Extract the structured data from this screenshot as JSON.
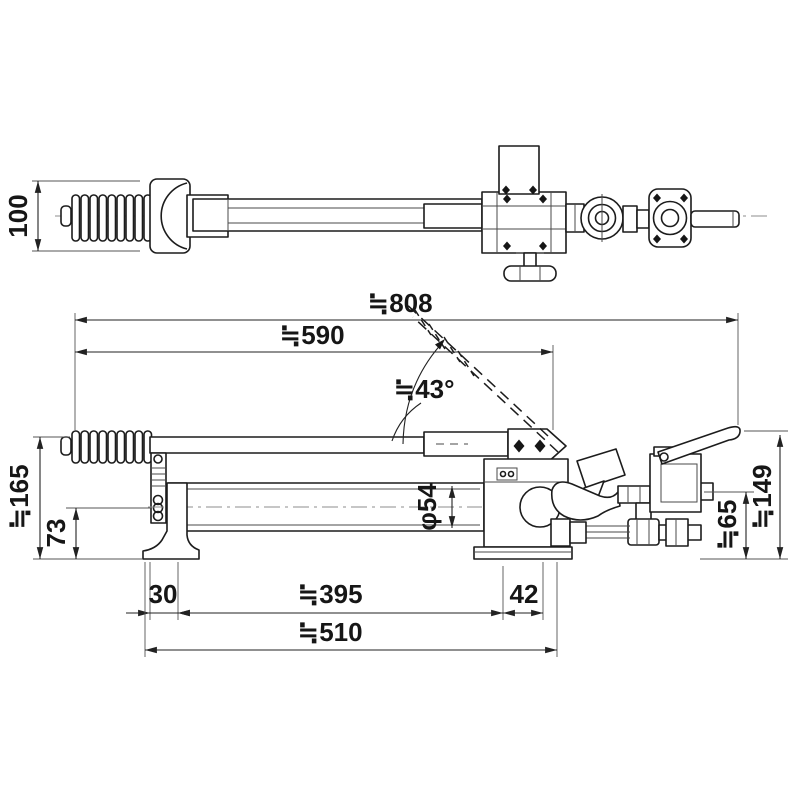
{
  "page": {
    "background": "#ffffff",
    "ink": "#1c1c1c",
    "centerline_color": "#8d8d8d"
  },
  "dimensions": {
    "d100": {
      "label": "100"
    },
    "d808": {
      "label": "≒808"
    },
    "d590": {
      "label": "≒590"
    },
    "d43deg": {
      "label": "≒43°"
    },
    "d165": {
      "label": "≒165"
    },
    "d73": {
      "label": "73"
    },
    "dphi54": {
      "label": "φ54"
    },
    "d30": {
      "label": "30"
    },
    "d395": {
      "label": "≒395"
    },
    "d42": {
      "label": "42"
    },
    "d510": {
      "label": "≒510"
    },
    "d65": {
      "label": "≒65"
    },
    "d149": {
      "label": "≒149"
    }
  }
}
